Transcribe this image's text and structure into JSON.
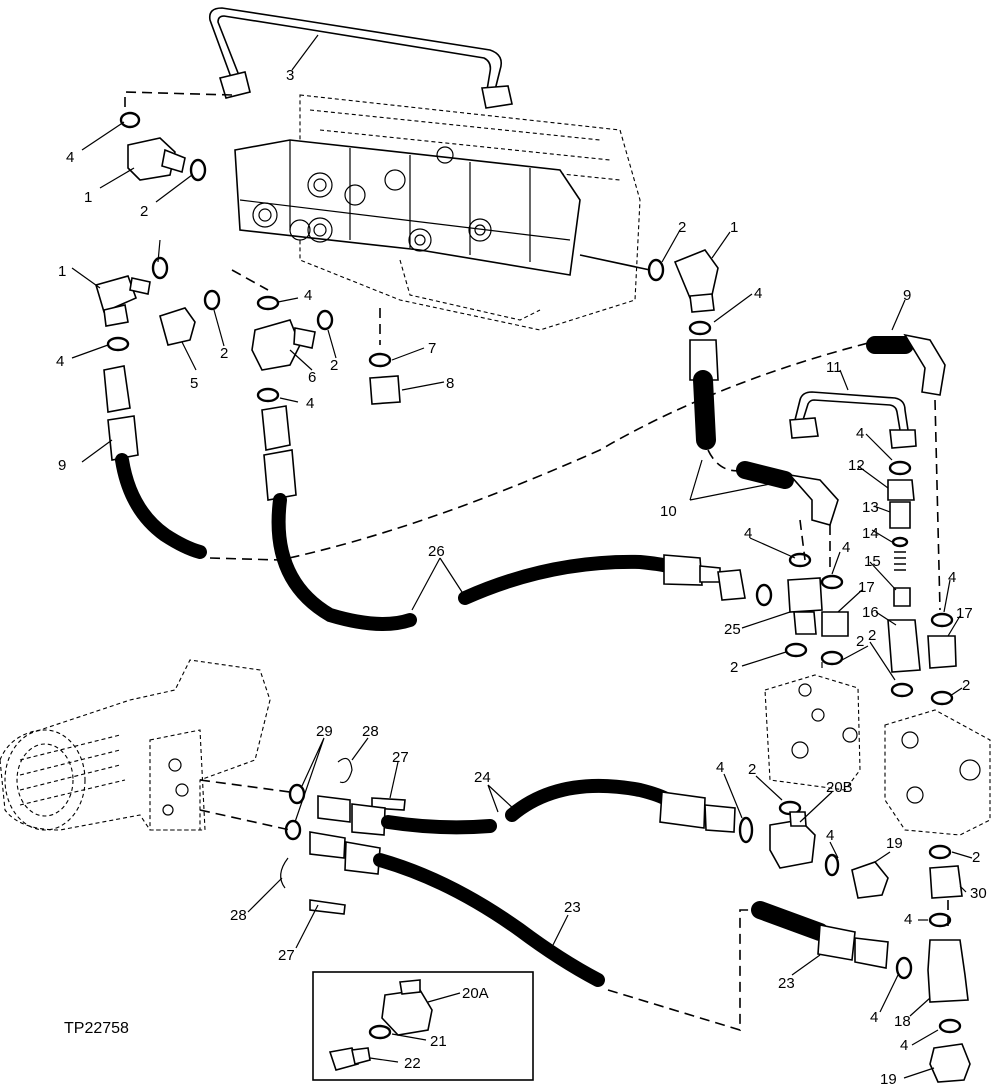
{
  "drawing_id": "TP22758",
  "callouts": [
    {
      "id": "c3a",
      "text": "3"
    },
    {
      "id": "c4a",
      "text": "4"
    },
    {
      "id": "c1a",
      "text": "1"
    },
    {
      "id": "c2a",
      "text": "2"
    },
    {
      "id": "c1b",
      "text": "1"
    },
    {
      "id": "c4b",
      "text": "4"
    },
    {
      "id": "c5",
      "text": "5"
    },
    {
      "id": "c2b",
      "text": "2"
    },
    {
      "id": "c4c",
      "text": "4"
    },
    {
      "id": "c6",
      "text": "6"
    },
    {
      "id": "c2c",
      "text": "2"
    },
    {
      "id": "c7",
      "text": "7"
    },
    {
      "id": "c8",
      "text": "8"
    },
    {
      "id": "c4d",
      "text": "4"
    },
    {
      "id": "c9a",
      "text": "9"
    },
    {
      "id": "c2d",
      "text": "2"
    },
    {
      "id": "c1c",
      "text": "1"
    },
    {
      "id": "c4e",
      "text": "4"
    },
    {
      "id": "c9b",
      "text": "9"
    },
    {
      "id": "c11",
      "text": "11"
    },
    {
      "id": "c4f",
      "text": "4"
    },
    {
      "id": "c12",
      "text": "12"
    },
    {
      "id": "c13",
      "text": "13"
    },
    {
      "id": "c14",
      "text": "14"
    },
    {
      "id": "c15",
      "text": "15"
    },
    {
      "id": "c10",
      "text": "10"
    },
    {
      "id": "c26",
      "text": "26"
    },
    {
      "id": "c4g",
      "text": "4"
    },
    {
      "id": "c4h",
      "text": "4"
    },
    {
      "id": "c17a",
      "text": "17"
    },
    {
      "id": "c16",
      "text": "16"
    },
    {
      "id": "c4i",
      "text": "4"
    },
    {
      "id": "c17b",
      "text": "17"
    },
    {
      "id": "c25",
      "text": "25"
    },
    {
      "id": "c2e",
      "text": "2"
    },
    {
      "id": "c2f",
      "text": "2"
    },
    {
      "id": "c2g",
      "text": "2"
    },
    {
      "id": "c2h",
      "text": "2"
    },
    {
      "id": "c29",
      "text": "29"
    },
    {
      "id": "c28a",
      "text": "28"
    },
    {
      "id": "c27a",
      "text": "27"
    },
    {
      "id": "c24",
      "text": "24"
    },
    {
      "id": "c4j",
      "text": "4"
    },
    {
      "id": "c2i",
      "text": "2"
    },
    {
      "id": "c20b",
      "text": "20B"
    },
    {
      "id": "c4k",
      "text": "4"
    },
    {
      "id": "c19a",
      "text": "19"
    },
    {
      "id": "c2j",
      "text": "2"
    },
    {
      "id": "c30",
      "text": "30"
    },
    {
      "id": "c4l",
      "text": "4"
    },
    {
      "id": "c28b",
      "text": "28"
    },
    {
      "id": "c27b",
      "text": "27"
    },
    {
      "id": "c23a",
      "text": "23"
    },
    {
      "id": "c23b",
      "text": "23"
    },
    {
      "id": "c20a",
      "text": "20A"
    },
    {
      "id": "c21",
      "text": "21"
    },
    {
      "id": "c22",
      "text": "22"
    },
    {
      "id": "c4m",
      "text": "4"
    },
    {
      "id": "c18",
      "text": "18"
    },
    {
      "id": "c4n",
      "text": "4"
    },
    {
      "id": "c19b",
      "text": "19"
    }
  ]
}
